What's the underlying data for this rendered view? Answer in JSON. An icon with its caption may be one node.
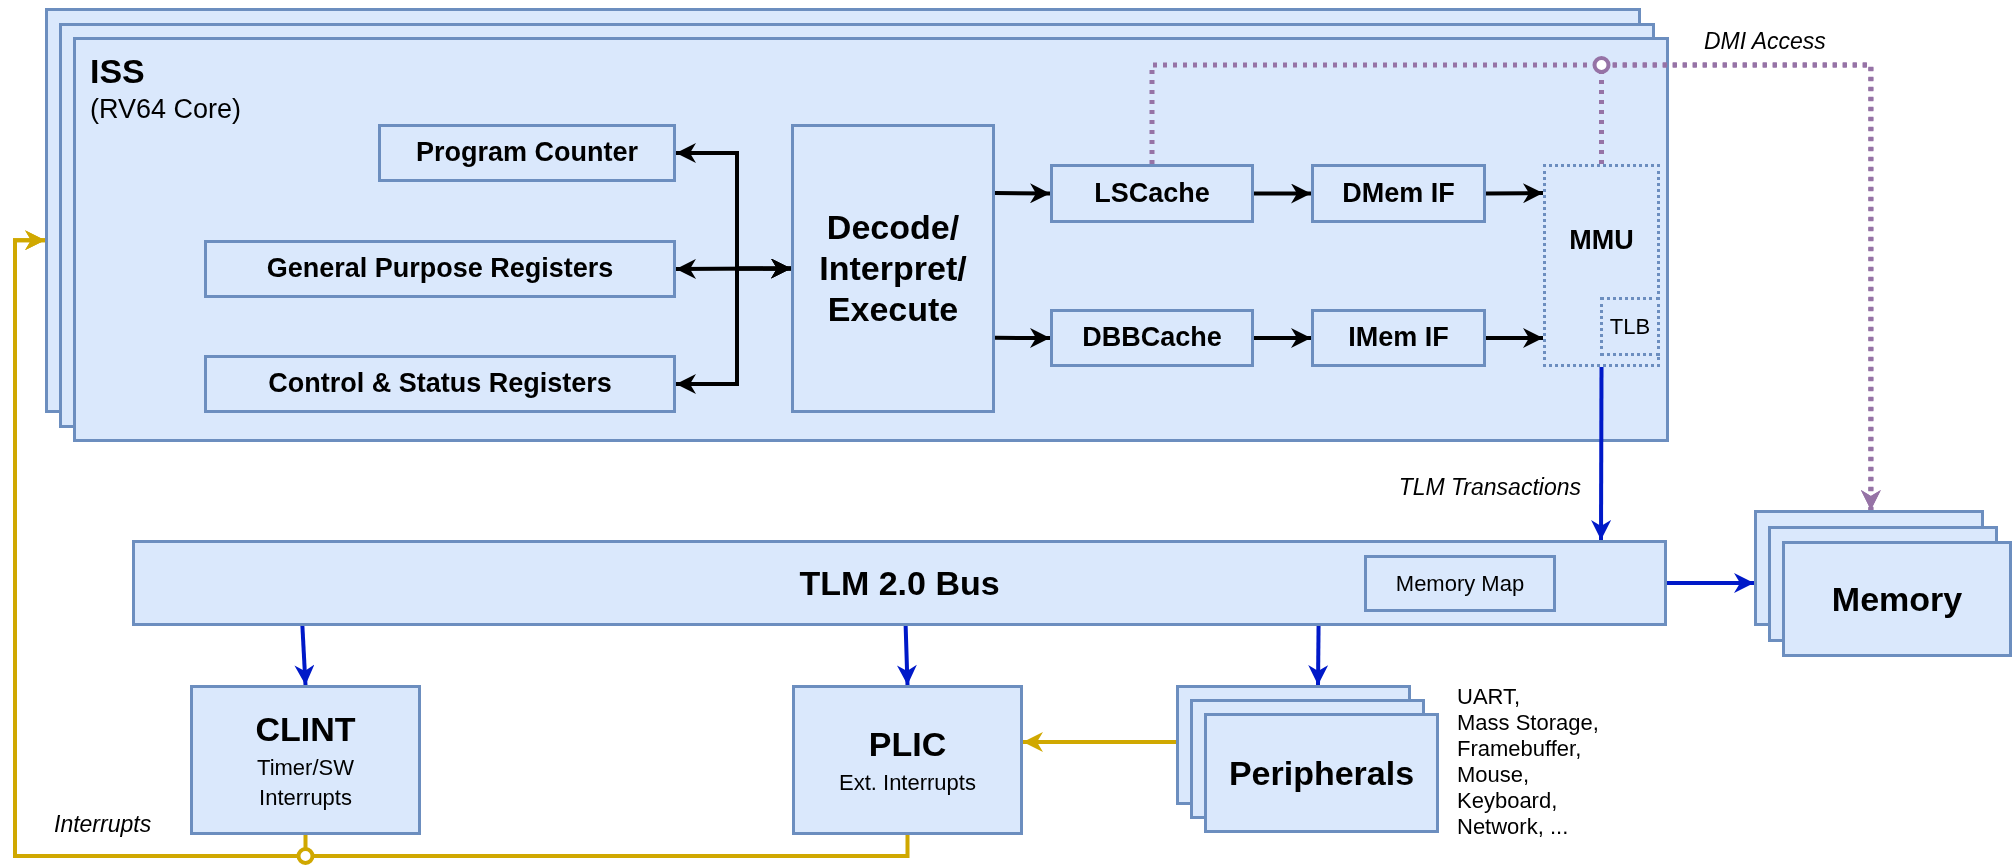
{
  "diagram": {
    "nodes": [
      {
        "text": [
          "ISS",
          "(RV64 Core)"
        ]
      },
      {
        "text": [
          "Program Counter"
        ],
        "in": 0
      },
      {
        "text": [
          "General Purpose Registers"
        ],
        "in": 0
      },
      {
        "text": [
          "Control & Status Registers"
        ],
        "in": 0
      },
      {
        "text": [
          "Decode/ Interpret/ Execute"
        ],
        "in": 0
      },
      {
        "text": [
          "LSCache"
        ],
        "in": 0
      },
      {
        "text": [
          "DMem IF"
        ],
        "in": 0
      },
      {
        "text": [
          "MMU"
        ],
        "in": 0
      },
      {
        "text": [
          "TLB"
        ],
        "in": 7
      },
      {
        "text": [
          "DBBCache"
        ],
        "in": 0
      },
      {
        "text": [
          "IMem IF"
        ],
        "in": 0
      },
      {
        "text": [
          "TLM 2.0 Bus"
        ]
      },
      {
        "text": [
          "Memory Map"
        ],
        "in": 11
      },
      {
        "text": [
          "Memory"
        ]
      },
      {
        "text": [
          "CLINT",
          "Timer/SW Interrupts"
        ]
      },
      {
        "text": [
          "PLIC",
          "Ext. Interrupts"
        ]
      },
      {
        "text": [
          "Peripherals"
        ],
        "beside": [
          "UART, Mass Storage, Framebuffer, Mouse, Keyboard, Network, ..."
        ]
      }
    ],
    "edges": [
      {
        "from": 1,
        "to": 4,
        "arrow": "both"
      },
      {
        "from": 2,
        "to": 4,
        "arrow": "both"
      },
      {
        "from": 3,
        "to": 4,
        "arrow": "both"
      },
      {
        "from": 4,
        "to": 5,
        "arrow": "to"
      },
      {
        "from": 4,
        "to": 9,
        "arrow": "to"
      },
      {
        "from": 5,
        "to": 6,
        "arrow": "to"
      },
      {
        "from": 9,
        "to": 10,
        "arrow": "to"
      },
      {
        "from": 6,
        "to": 7,
        "arrow": "to"
      },
      {
        "from": 10,
        "to": 7,
        "arrow": "to"
      },
      {
        "from": 7,
        "to": 11,
        "arrow": "to",
        "label": "TLM Transactions",
        "color": "#0019c8"
      },
      {
        "from": 11,
        "to": 13,
        "arrow": "to",
        "color": "#0019c8"
      },
      {
        "from": 11,
        "to": 14,
        "arrow": "to",
        "color": "#0019c8"
      },
      {
        "from": 11,
        "to": 15,
        "arrow": "to",
        "color": "#0019c8"
      },
      {
        "from": 11,
        "to": 16,
        "arrow": "to",
        "color": "#0019c8"
      },
      {
        "from": 16,
        "to": 15,
        "arrow": "to",
        "color": "#d0a800"
      },
      {
        "from": 14,
        "to": 0,
        "arrow": "to",
        "label": "Interrupts",
        "color": "#d0a800"
      },
      {
        "from": 15,
        "to": 0,
        "arrow": "to",
        "color": "#d0a800"
      },
      {
        "from": 5,
        "to": 13,
        "arrow": "to",
        "label": "DMI Access",
        "style": "dashed",
        "color": "#9673a6"
      },
      {
        "from": 7,
        "to": 13,
        "arrow": "to",
        "style": "dashed",
        "color": "#9673a6"
      }
    ]
  }
}
